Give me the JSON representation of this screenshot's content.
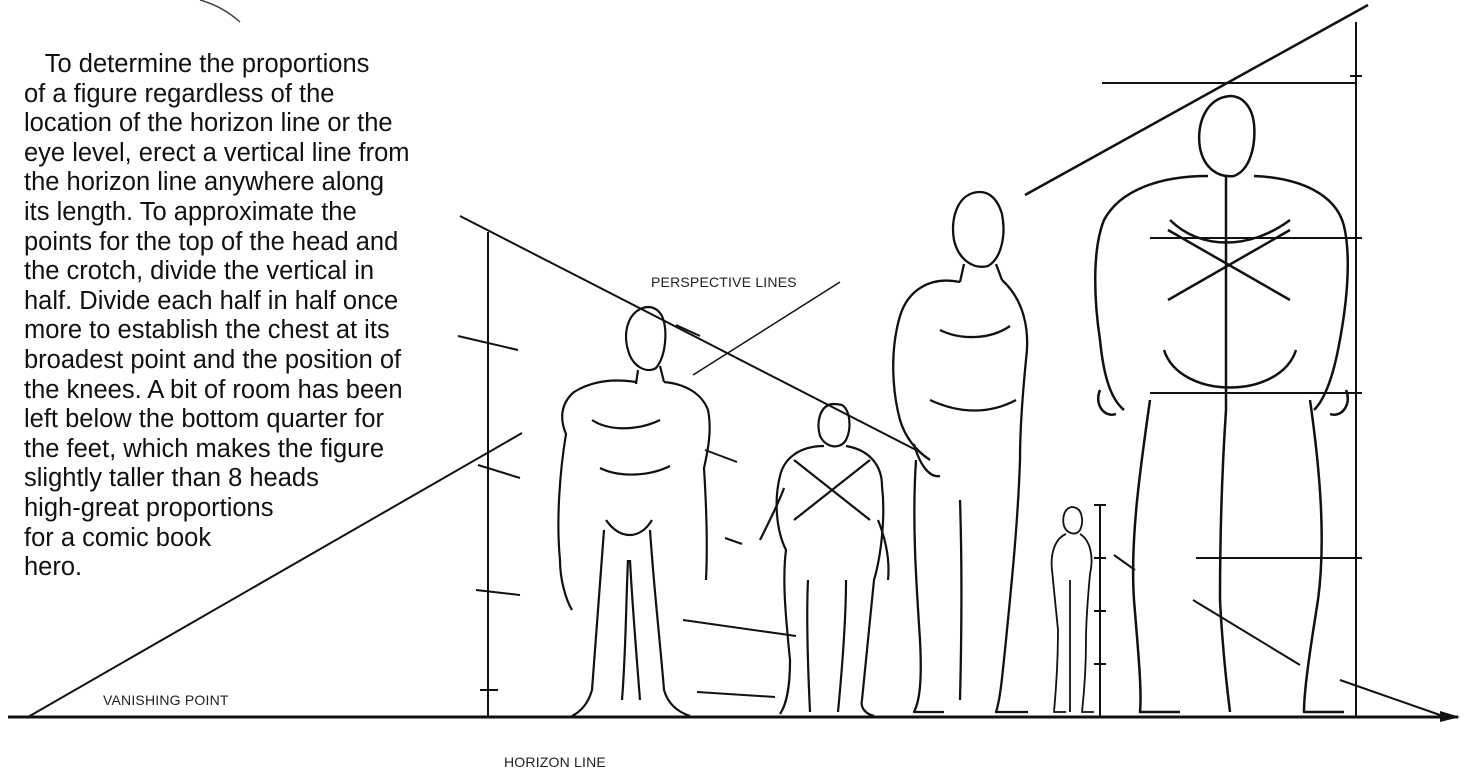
{
  "paragraph": {
    "lines": [
      "   To determine the proportions",
      "of a figure regardless of the",
      "location of the horizon line or the",
      "eye level, erect a vertical line from",
      "the horizon line anywhere along",
      "its length. To approximate the",
      "points for the top of the head and",
      "the crotch, divide the vertical in",
      "half. Divide each half in half once",
      "more to establish the chest at its",
      "broadest point and the position of",
      "the knees. A bit of room has been",
      "left below the bottom quarter for",
      "the feet, which makes the figure",
      "slightly taller than 8 heads",
      "high-great proportions",
      "for a comic book",
      "hero."
    ]
  },
  "labels": {
    "perspective_lines": "PERSPECTIVE LINES",
    "vanishing_point": "VANISHING POINT",
    "horizon_line": "HORIZON LINE"
  },
  "colors": {
    "ink": "#111111",
    "paper": "#ffffff"
  }
}
